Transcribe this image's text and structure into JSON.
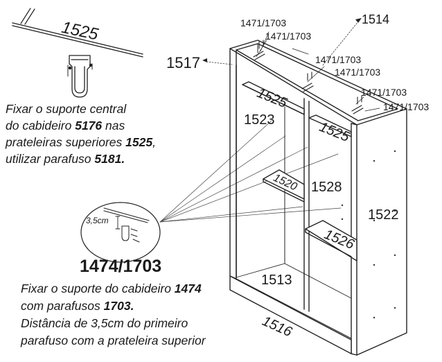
{
  "labels": {
    "shelf_top_piece": "1525",
    "top_piece_with_slash": "1471/1703",
    "screw_1514": "1514",
    "piece_1517": "1517",
    "shelf_1525_a": "1525",
    "shelf_1525_b": "1525",
    "screws_1471_a": "1471/1703",
    "screws_1471_b": "1471/1703",
    "screws_1471_c": "1471/1703",
    "screws_1471_d": "1471/1703",
    "screws_1471_e": "1471/1703",
    "panel_1523": "1523",
    "shelf_1520": "1520",
    "panel_1528": "1528",
    "panel_1522": "1522",
    "shelf_1526": "1526",
    "base_1513": "1513",
    "plinth_1516": "1516",
    "detail_measure": "3,5cm",
    "detail_code": "1474/1703"
  },
  "instruction_top": {
    "l1": "Fixar o suporte central",
    "l2_a": "do cabideiro ",
    "l2_b": "5176",
    "l2_c": " nas",
    "l3_a": "prateleiras superiores ",
    "l3_b": "1525",
    "l3_c": ",",
    "l4_a": "utilizar parafuso  ",
    "l4_b": "5181."
  },
  "instruction_bottom": {
    "l1_a": "Fixar o suporte do cabideiro ",
    "l1_b": "1474",
    "l2_a": "com parafusos  ",
    "l2_b": "1703.",
    "l3": "Distância de 3,5cm do primeiro",
    "l4": "parafuso com a prateleira superior"
  }
}
